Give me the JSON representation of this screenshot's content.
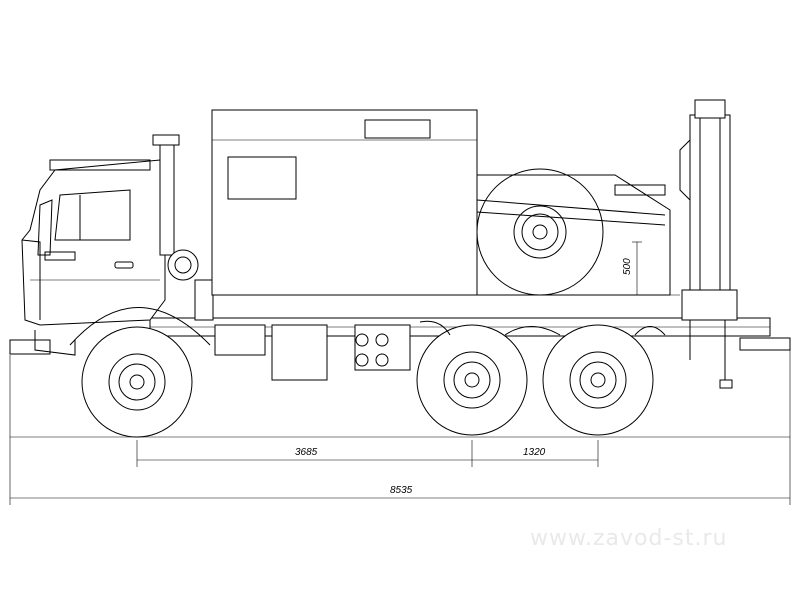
{
  "drawing": {
    "subject": "Truck side view",
    "dimensions": {
      "wheelbase_front": "3685",
      "wheelbase_rear": "1320",
      "overall_length": "8535",
      "box_height": "500"
    },
    "watermark": "www.zavod-st.ru"
  }
}
